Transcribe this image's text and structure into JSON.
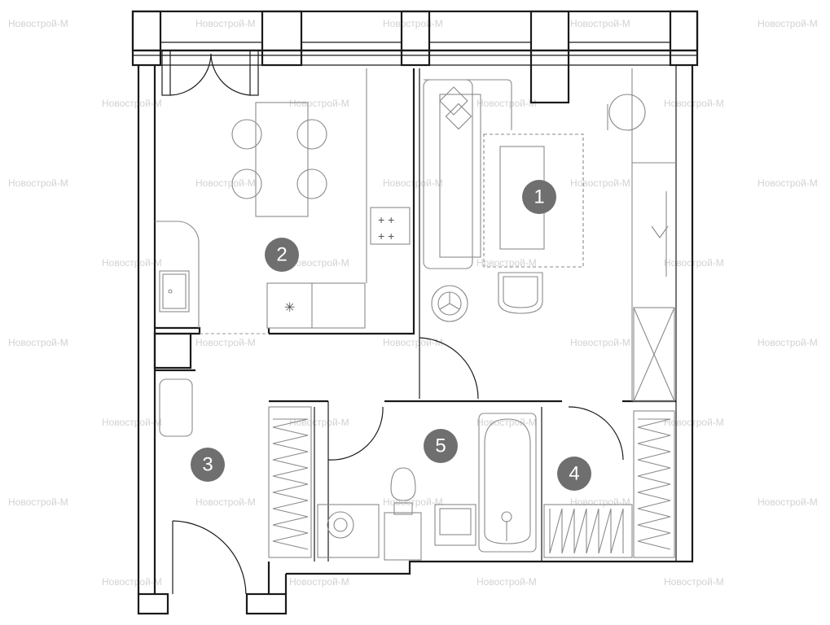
{
  "watermark": "Новострой-М",
  "rooms": [
    {
      "number": "1"
    },
    {
      "number": "2"
    },
    {
      "number": "3"
    },
    {
      "number": "4"
    },
    {
      "number": "5"
    }
  ],
  "colors": {
    "wall": "#1a1a1a",
    "furniture": "#8a8a8a",
    "badge": "#6f6f6f",
    "watermark": "#d2d2d2"
  }
}
